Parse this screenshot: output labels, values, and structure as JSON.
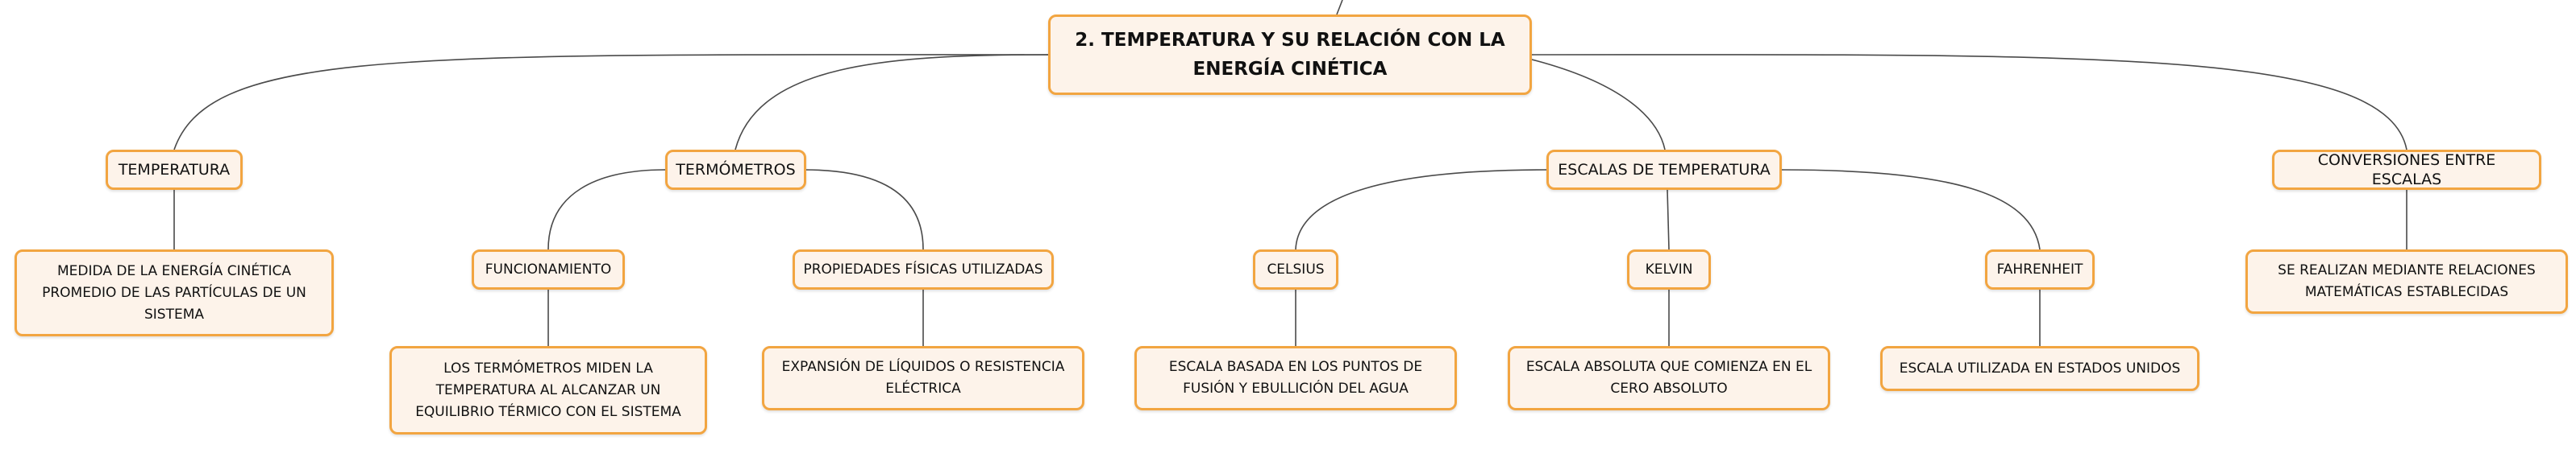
{
  "root": {
    "label": "2. TEMPERATURA Y SU RELACIÓN CON LA ENERGÍA CINÉTICA"
  },
  "branches": {
    "temperatura": {
      "label": "TEMPERATURA",
      "leaf": "MEDIDA DE LA ENERGÍA CINÉTICA PROMEDIO DE LAS PARTÍCULAS DE UN SISTEMA"
    },
    "termometros": {
      "label": "TERMÓMETROS",
      "children": {
        "funcionamiento": {
          "label": "FUNCIONAMIENTO",
          "leaf": "LOS TERMÓMETROS MIDEN LA TEMPERATURA AL ALCANZAR UN EQUILIBRIO TÉRMICO CON EL SISTEMA"
        },
        "propiedades": {
          "label": "PROPIEDADES FÍSICAS UTILIZADAS",
          "leaf": "EXPANSIÓN DE LÍQUIDOS O RESISTENCIA ELÉCTRICA"
        }
      }
    },
    "escalas": {
      "label": "ESCALAS DE TEMPERATURA",
      "children": {
        "celsius": {
          "label": "CELSIUS",
          "leaf": "ESCALA BASADA EN LOS PUNTOS DE FUSIÓN Y EBULLICIÓN DEL AGUA"
        },
        "kelvin": {
          "label": "KELVIN",
          "leaf": "ESCALA ABSOLUTA QUE COMIENZA EN EL CERO ABSOLUTO"
        },
        "fahrenheit": {
          "label": "FAHRENHEIT",
          "leaf": "ESCALA UTILIZADA EN ESTADOS UNIDOS"
        }
      }
    },
    "conversiones": {
      "label": "CONVERSIONES ENTRE ESCALAS",
      "leaf": "SE REALIZAN MEDIANTE RELACIONES MATEMÁTICAS ESTABLECIDAS"
    }
  },
  "colors": {
    "node_border": "#f2a541",
    "node_fill": "#fdf3ea",
    "connector": "#4a4a4a",
    "text": "#111111"
  }
}
